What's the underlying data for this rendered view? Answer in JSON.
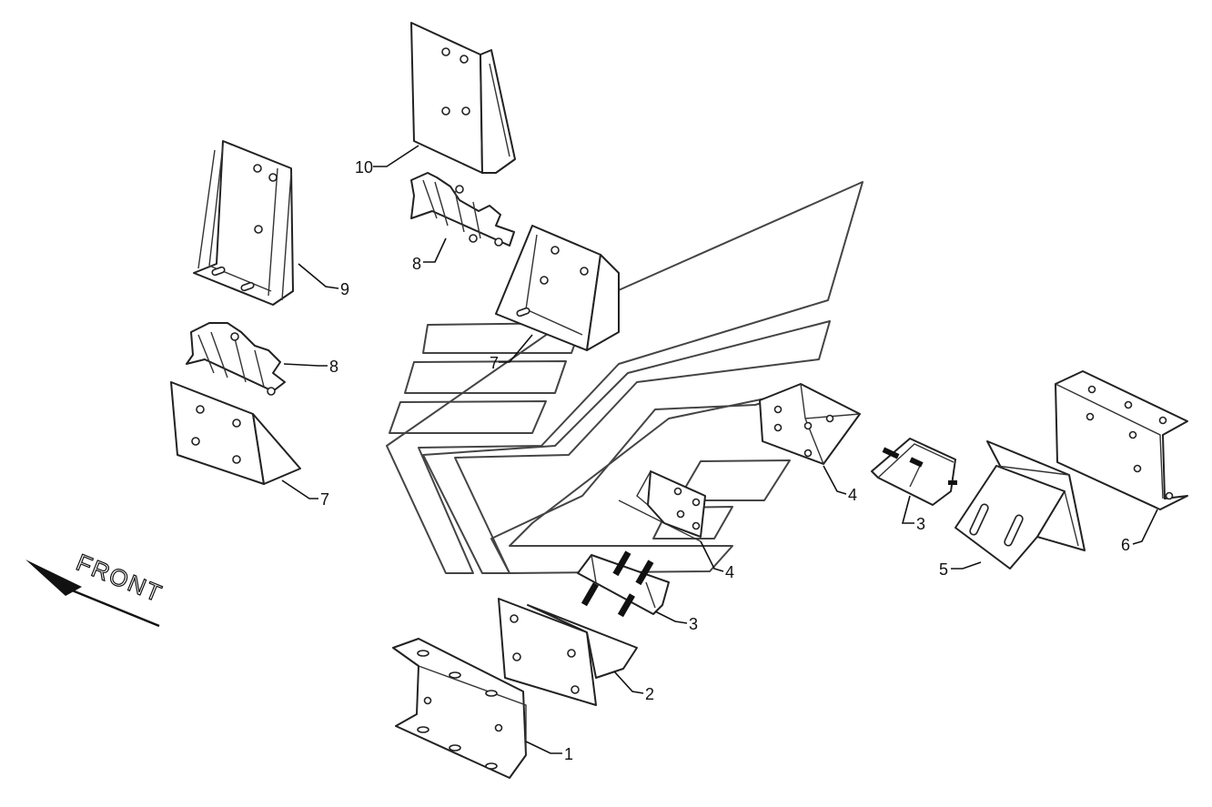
{
  "diagram": {
    "direction_label": "FRONT",
    "callouts": [
      {
        "id": "c1",
        "label": "1"
      },
      {
        "id": "c2",
        "label": "2"
      },
      {
        "id": "c3a",
        "label": "3"
      },
      {
        "id": "c3b",
        "label": "3"
      },
      {
        "id": "c4a",
        "label": "4"
      },
      {
        "id": "c4b",
        "label": "4"
      },
      {
        "id": "c5",
        "label": "5"
      },
      {
        "id": "c6",
        "label": "6"
      },
      {
        "id": "c7a",
        "label": "7"
      },
      {
        "id": "c7b",
        "label": "7"
      },
      {
        "id": "c8a",
        "label": "8"
      },
      {
        "id": "c8b",
        "label": "8"
      },
      {
        "id": "c9",
        "label": "9"
      },
      {
        "id": "c10",
        "label": "10"
      }
    ],
    "colors": {
      "line": "#222222",
      "background": "#ffffff"
    }
  }
}
